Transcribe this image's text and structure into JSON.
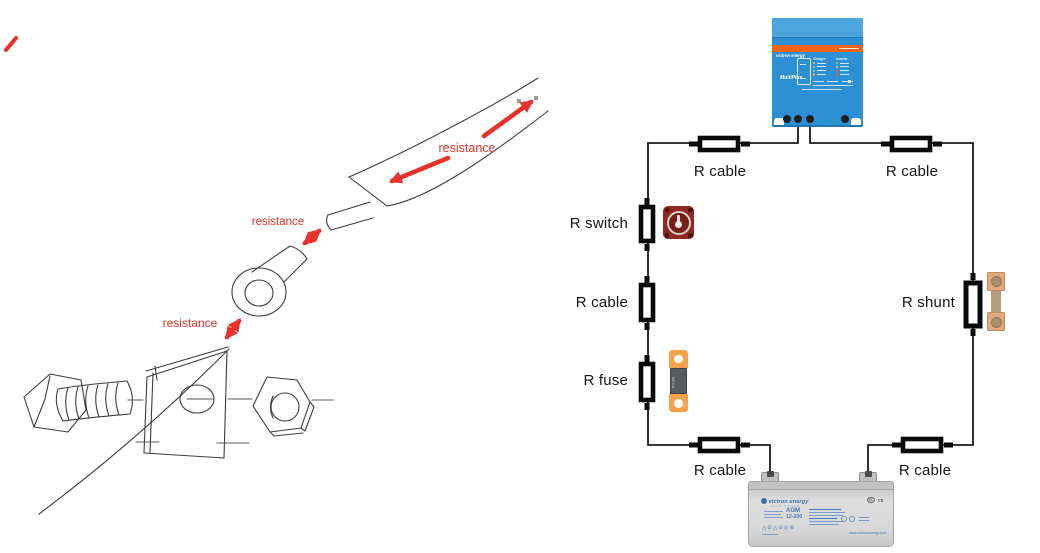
{
  "sketch": {
    "labels": [
      "resistance",
      "resistance",
      "resistance"
    ]
  },
  "circuit": {
    "labels": {
      "top_left": "R cable",
      "top_right": "R cable",
      "switch": "R switch",
      "mid_left": "R cable",
      "fuse": "R fuse",
      "shunt": "R shunt",
      "bottom_left": "R cable",
      "bottom_right": "R cable"
    },
    "inverter": {
      "brand": "victron energy",
      "model": "MultiPlus",
      "led_col_1": "Charger",
      "led_col_2": "Inverter"
    },
    "fuse": {
      "text": "MEGA"
    },
    "battery": {
      "brand": "victron energy",
      "tagline": "BLUE POWER",
      "model": "AGM",
      "rating": "12-200",
      "url": "www.victronenergy.com",
      "cert_ul": "UL",
      "cert_ce": "CE"
    }
  },
  "colors": {
    "annotation_red": "#e8312b",
    "wire_black": "#1a1a1a",
    "inverter_blue": "#2e90d4",
    "inverter_lid_blue": "#4ba5de",
    "victron_orange": "#f06418",
    "switch_red": "#8f2a24",
    "fuse_orange": "#f6a24a",
    "shunt_tan": "#e2a97d",
    "battery_gray": "#d6d6d6",
    "battery_label_blue": "#4a7ab5"
  }
}
